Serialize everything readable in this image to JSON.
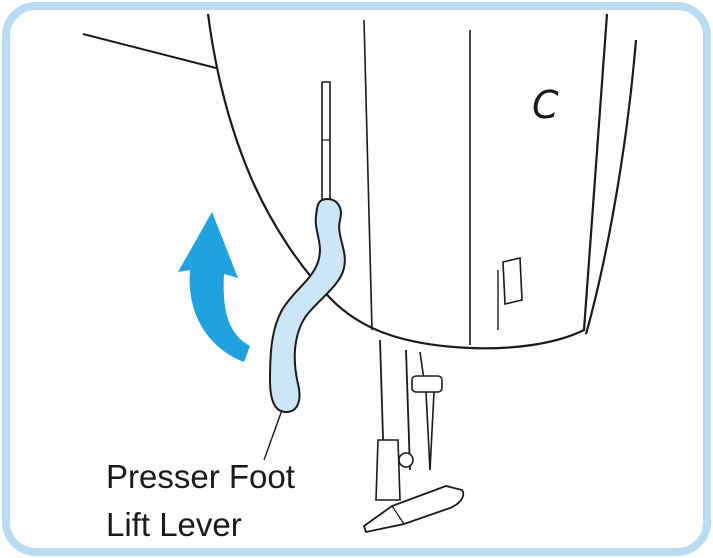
{
  "figure": {
    "panel_letter": "C",
    "callout": {
      "line1": "Presser Foot",
      "line2": "Lift Lever"
    }
  },
  "colors": {
    "frame_border": "#b9dcf3",
    "arrow": "#1fa3e0",
    "lever_fill": "#cde6f6",
    "line": "#1a1a1a"
  },
  "icons": {
    "arrow": "curved-up-arrow-icon"
  }
}
